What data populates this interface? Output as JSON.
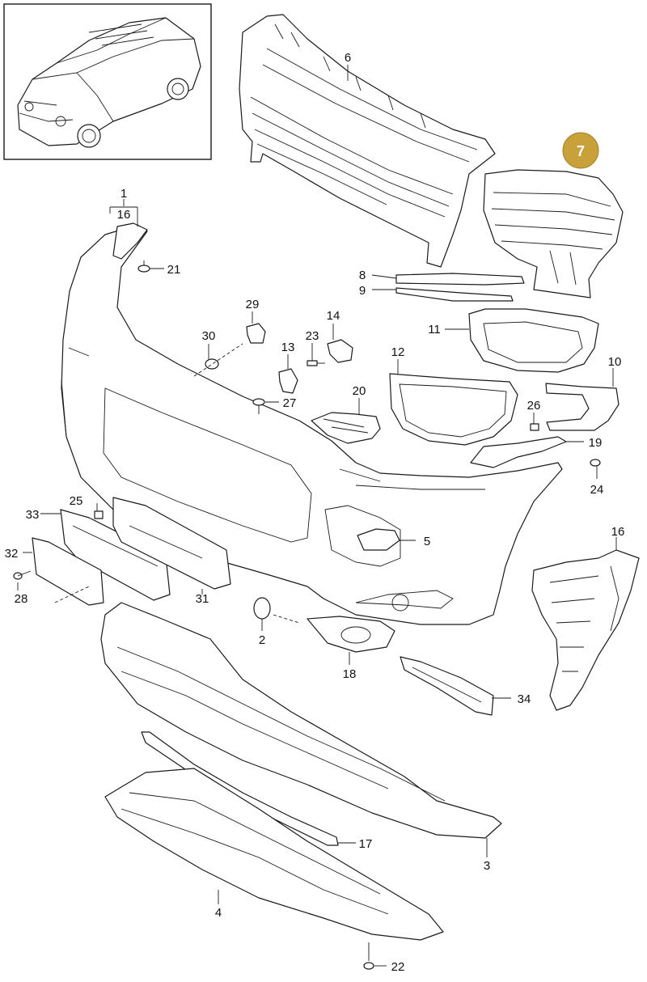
{
  "diagram": {
    "highlight_color": "#c9a13b",
    "highlighted_part": "7",
    "labels": {
      "p1": "1",
      "p2": "2",
      "p3": "3",
      "p4": "4",
      "p5": "5",
      "p6": "6",
      "p7": "7",
      "p8": "8",
      "p9": "9",
      "p10": "10",
      "p11": "11",
      "p12": "12",
      "p13": "13",
      "p14": "14",
      "p16a": "16",
      "p16b": "16",
      "p17": "17",
      "p18": "18",
      "p19": "19",
      "p20": "20",
      "p21": "21",
      "p22": "22",
      "p23": "23",
      "p24": "24",
      "p25": "25",
      "p26": "26",
      "p27": "27",
      "p28": "28",
      "p29": "29",
      "p30": "30",
      "p31": "31",
      "p32": "32",
      "p33": "33",
      "p34": "34"
    }
  }
}
